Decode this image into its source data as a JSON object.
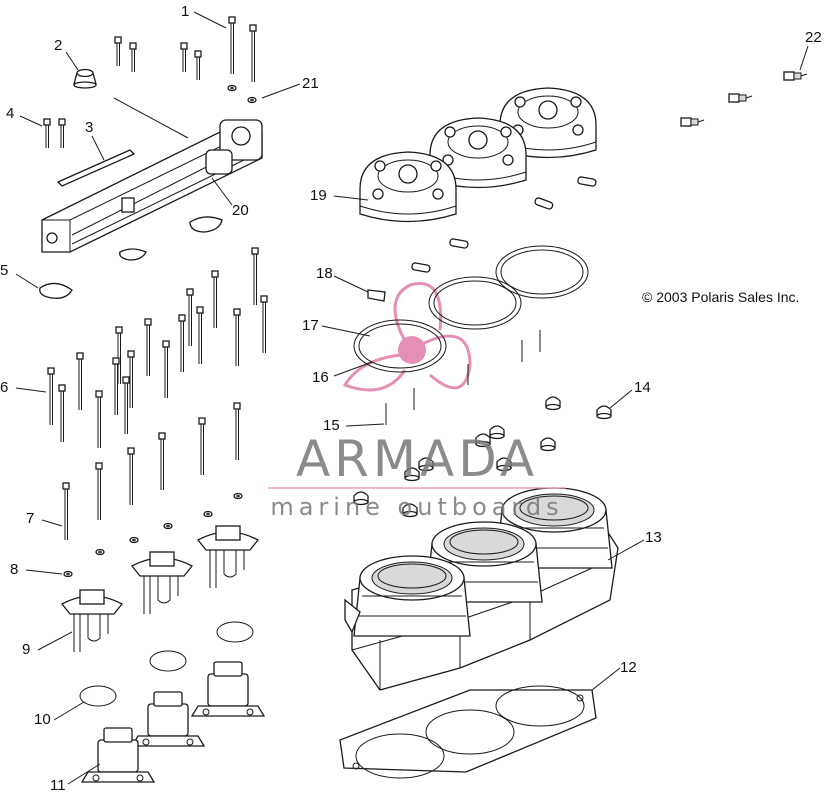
{
  "copyright": "© 2003 Polaris Sales Inc.",
  "watermark": {
    "brand": "ARMADA",
    "tagline": "marine outboards",
    "brand_color": "#777777",
    "accent_color": "#e58fb6"
  },
  "callouts": [
    "1",
    "2",
    "3",
    "4",
    "5",
    "6",
    "7",
    "8",
    "9",
    "10",
    "11",
    "12",
    "13",
    "14",
    "15",
    "16",
    "17",
    "18",
    "19",
    "20",
    "21",
    "22"
  ]
}
